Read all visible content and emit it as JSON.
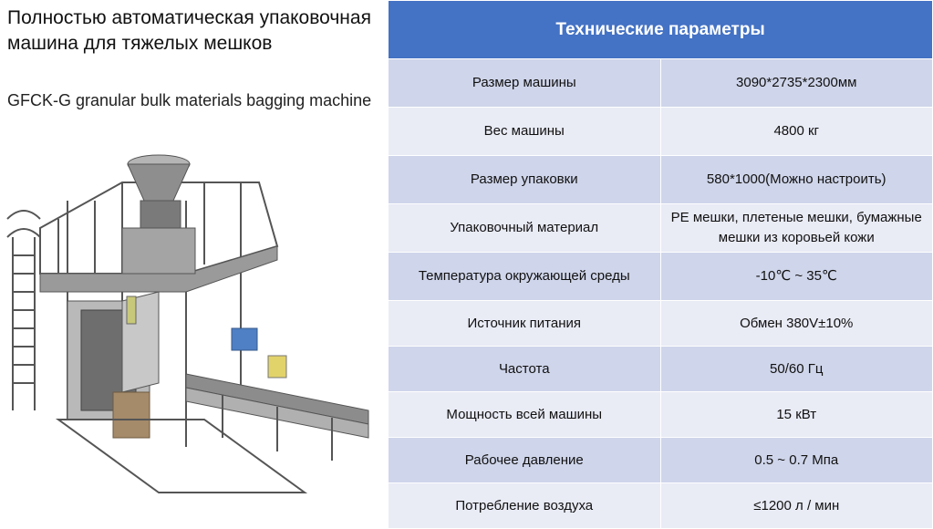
{
  "title_ru": "Полностью автоматическая упаковочная машина для тяжелых мешков",
  "title_en": "GFCK-G granular bulk materials bagging machine",
  "table": {
    "header": "Технические параметры",
    "rows": [
      {
        "label": "Размер машины",
        "value": "3090*2735*2300мм"
      },
      {
        "label": "Вес машины",
        "value": "4800 кг"
      },
      {
        "label": "Размер упаковки",
        "value": "580*1000(Можно настроить)"
      },
      {
        "label": "Упаковочный материал",
        "value": "PE мешки, плетеные мешки, бумажные мешки из коровьей кожи"
      },
      {
        "label": "Температура окружающей среды",
        "value": "-10℃ ~ 35℃"
      },
      {
        "label": "Источник питания",
        "value": "Обмен 380V±10%"
      },
      {
        "label": "Частота",
        "value": "50/60 Гц"
      },
      {
        "label": "Мощность всей машины",
        "value": "15 кВт"
      },
      {
        "label": "Рабочее давление",
        "value": "0.5 ~ 0.7 Мпа"
      },
      {
        "label": "Потребление воздуха",
        "value": "≤1200 л / мин"
      }
    ]
  },
  "colors": {
    "header_bg": "#4472c4",
    "row_odd": "#cfd5ea",
    "row_even": "#e9ebf5"
  }
}
